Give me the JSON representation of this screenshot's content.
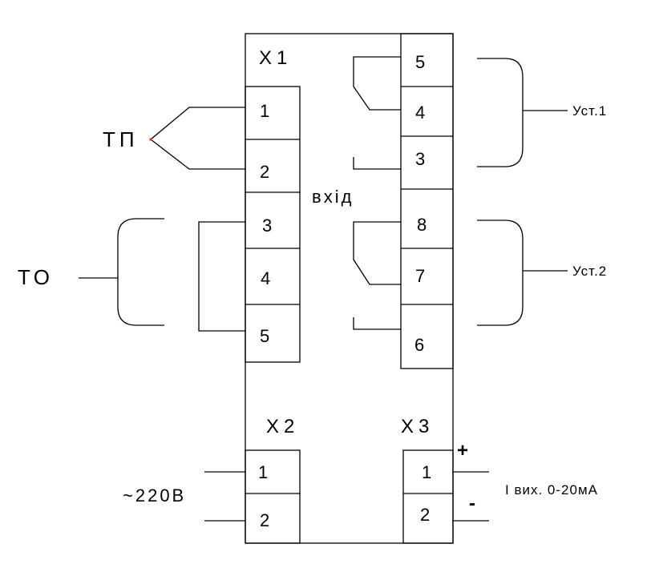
{
  "colors": {
    "line": "#000000",
    "background": "#ffffff",
    "junction_dot": "#ff3333"
  },
  "connector_x1": {
    "title": "X1",
    "input_label": "вхід",
    "left_pins": [
      "1",
      "2",
      "3",
      "4",
      "5"
    ],
    "right_pins": [
      "5",
      "4",
      "3",
      "8",
      "7",
      "6"
    ]
  },
  "connector_x2": {
    "title": "X2",
    "pins": [
      "1",
      "2"
    ]
  },
  "connector_x3": {
    "title": "X3",
    "pins": [
      "1",
      "2"
    ],
    "plus": "+",
    "minus": "-"
  },
  "labels": {
    "thermocouple": "ТП",
    "resistance_thermometer": "ТО",
    "setpoint_1": "Уст.1",
    "setpoint_2": "Уст.2",
    "power": "~220В",
    "output": "I вих. 0-20мА"
  }
}
